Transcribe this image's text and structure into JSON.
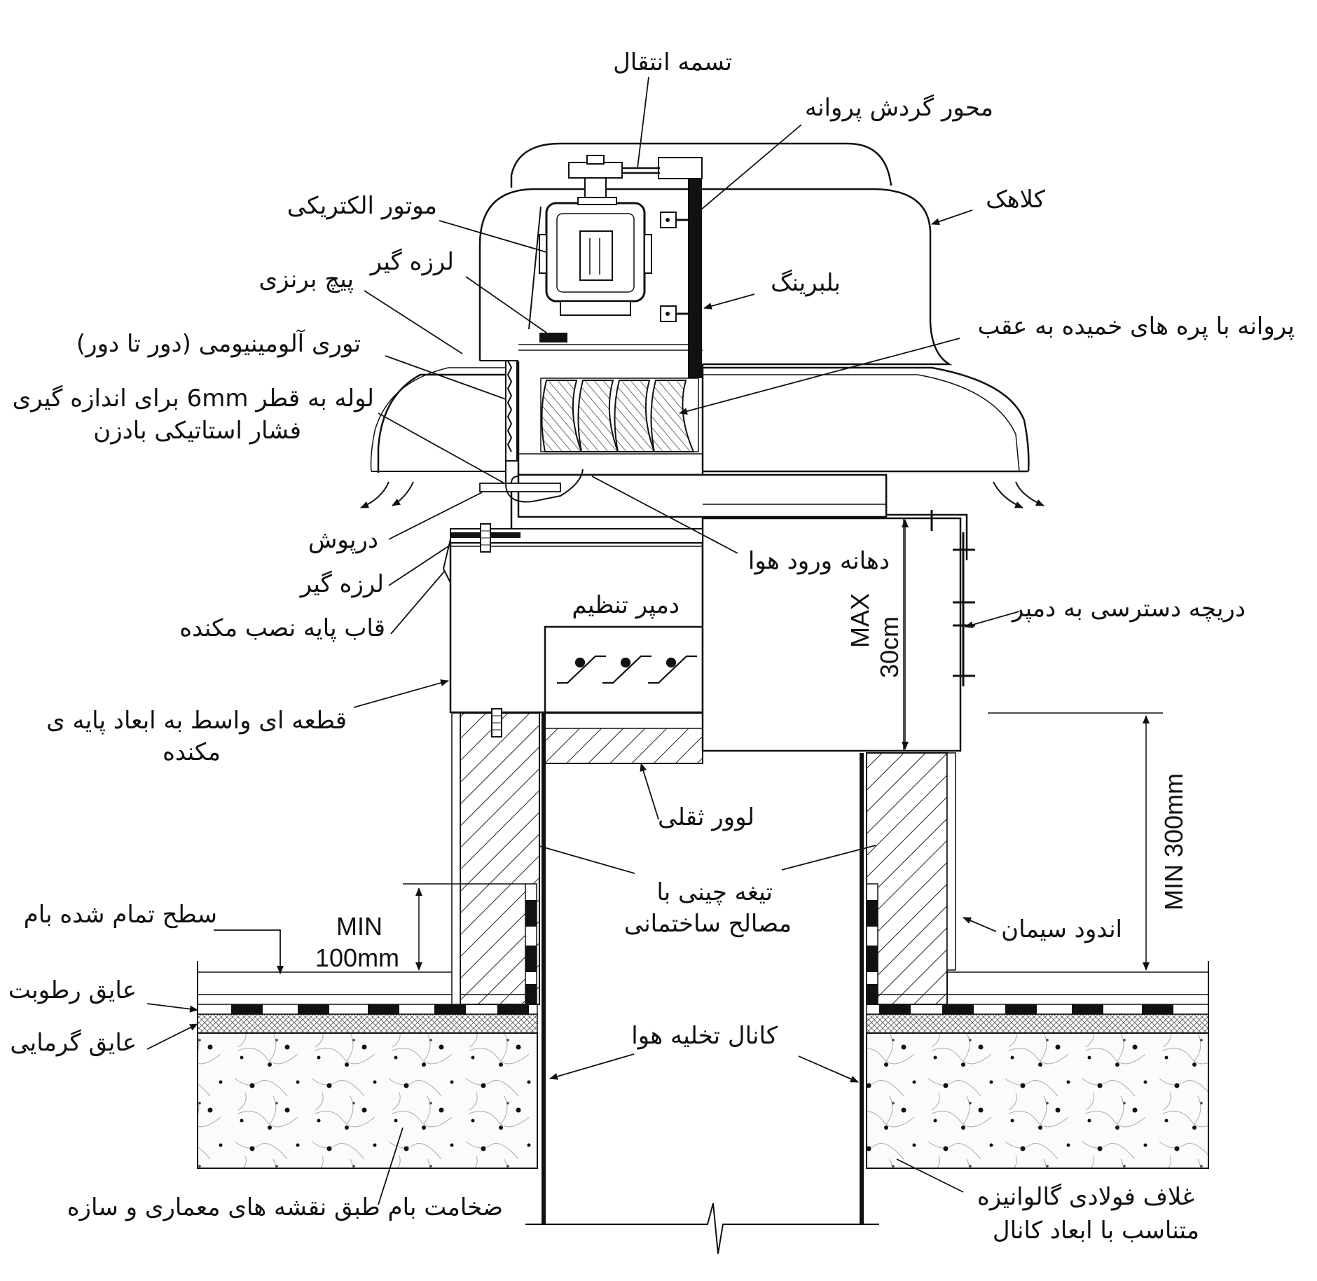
{
  "labels": {
    "transmission_belt": "تسمه انتقال",
    "impeller_shaft": "محور گردش پروانه",
    "hood": "کلاهک",
    "electric_motor": "موتور الکتریکی",
    "vibration_isolator_top": "لرزه گیر",
    "brass_screw": "پیچ برنزی",
    "bearing": "بلبرینگ",
    "backward_curved_impeller": "پروانه با پره های خمیده به عقب",
    "aluminum_mesh": "توری آلومینیومی (دور تا دور)",
    "pressure_tube_line1": "لوله به قطر 6mm برای اندازه گیری",
    "pressure_tube_line2": "فشار استاتیکی بادزن",
    "lid": "درپوش",
    "air_inlet": "دهانه ورود هوا",
    "vibration_isolator_bottom": "لرزه گیر",
    "base_frame": "قاب پایه نصب مکنده",
    "control_damper": "دمپر تنظیم",
    "damper_access_door": "دریچه دسترسی به دمپر",
    "adapter_line1": "قطعه ای واسط به ابعاد پایه ی",
    "adapter_line2": "مکنده",
    "gravity_louver": "لوور ثقلی",
    "masonry_line1": "تیغه چینی با",
    "masonry_line2": "مصالح ساختمانی",
    "finished_roof": "سطح تمام شده بام",
    "cement_plaster": "اندود سیمان",
    "moisture_insulation": "عایق رطوبت",
    "thermal_insulation": "عایق گرمایی",
    "exhaust_duct": "کانال تخلیه هوا",
    "roof_thickness": "ضخامت بام طبق نقشه های معماری و سازه",
    "galv_sleeve_line1": "غلاف فولادی گالوانیزه",
    "galv_sleeve_line2": "متناسب با ابعاد کانال"
  },
  "dimensions": {
    "max_line1": "MAX",
    "max_line2": "30cm",
    "min100_line1": "MIN",
    "min100_line2": "100mm",
    "min300": "MIN 300mm"
  }
}
